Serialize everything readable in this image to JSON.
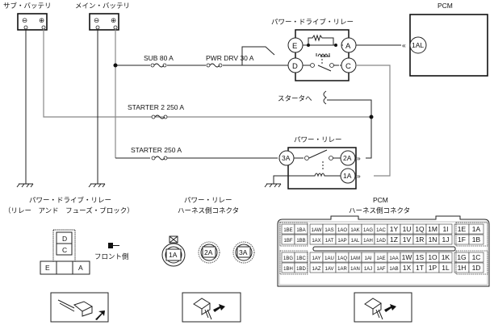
{
  "batteries": {
    "sub": {
      "label": "サブ・バッテリ",
      "neg": "⊖",
      "pos": "⊕"
    },
    "main": {
      "label": "メイン・バッテリ",
      "neg": "⊖",
      "pos": "⊕"
    }
  },
  "fuses": {
    "sub80": "SUB 80 A",
    "pwrdrv30": "PWR DRV 30 A",
    "starter2": "STARTER 2 250 A",
    "starter": "STARTER 250 A"
  },
  "power_drive_relay": {
    "title": "パワー・ドライブ・リレー",
    "terminals": [
      "E",
      "A",
      "D",
      "C"
    ]
  },
  "power_relay": {
    "title": "パワー・リレー",
    "terminals": [
      "3A",
      "2A",
      "1A"
    ]
  },
  "pcm": {
    "title": "PCM",
    "terminal": "1AL"
  },
  "starter_label": "スタータへ",
  "lower": {
    "pdr_connector": {
      "title1": "パワー・ドライブ・リレー",
      "title2": "（リレー　アンド　フューズ・ブロック）",
      "cells": [
        "D",
        "C",
        "E",
        "",
        "A"
      ],
      "front_label": "フロント側"
    },
    "pr_connector": {
      "title1": "パワー・リレー",
      "title2": "ハーネス側コネクタ",
      "pins": [
        "1A",
        "2A",
        "3A"
      ]
    },
    "pcm_connector": {
      "title1": "PCM",
      "title2": "ハーネス側コネクタ",
      "rows": [
        [
          "1BE",
          "1BA",
          "1AW",
          "1AS",
          "1AO",
          "1AK",
          "1AG",
          "1AC",
          "1Y",
          "1U",
          "1Q",
          "1M",
          "1I",
          "1E",
          "1A"
        ],
        [
          "1BF",
          "1BB",
          "1AX",
          "1AT",
          "1AP",
          "1AL",
          "1AH",
          "1AD",
          "1Z",
          "1V",
          "1R",
          "1N",
          "1J",
          "1F",
          "1B"
        ],
        [
          "1BG",
          "1BC",
          "1AY",
          "1AU",
          "1AQ",
          "1AM",
          "1AI",
          "1AE",
          "1AA",
          "1W",
          "1S",
          "1O",
          "1K",
          "1G",
          "1C"
        ],
        [
          "1BH",
          "1BD",
          "1AZ",
          "1AV",
          "1AR",
          "1AN",
          "1AJ",
          "1AF",
          "1AB",
          "1X",
          "1T",
          "1P",
          "1L",
          "1H",
          "1D"
        ]
      ]
    }
  }
}
